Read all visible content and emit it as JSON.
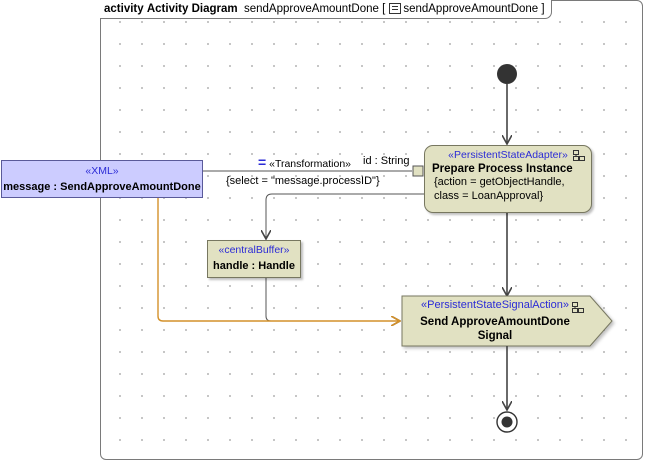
{
  "frame": {
    "kind": "activity",
    "title": "Activity Diagram",
    "name": "sendApproveAmountDone",
    "ref_open": "[",
    "ref_name": "sendApproveAmountDone",
    "ref_close": "]"
  },
  "nodes": {
    "xml": {
      "stereotype": "«XML»",
      "name": "message : SendApproveAmountDone"
    },
    "prepare": {
      "stereotype": "«PersistentStateAdapter»",
      "name": "Prepare Process Instance",
      "tag1": "{action = getObjectHandle,",
      "tag2": "class = LoanApproval}"
    },
    "buffer": {
      "stereotype": "«centralBuffer»",
      "name": "handle : Handle"
    },
    "signal": {
      "stereotype": "«PersistentStateSignalAction»",
      "name_line1": "Send ApproveAmountDone",
      "name_line2": "Signal"
    }
  },
  "flow": {
    "symbol": "=",
    "transformation": "«Transformation»",
    "pin_label": "id : String",
    "select": "{select = \"message.processID\"}"
  },
  "colors": {
    "xml_fill": "#ccccff",
    "action_fill": "#e1e1c2",
    "stereotype_text": "#2b2bd6",
    "object_flow_orange": "#d4912a",
    "edge_gray": "#444444"
  }
}
